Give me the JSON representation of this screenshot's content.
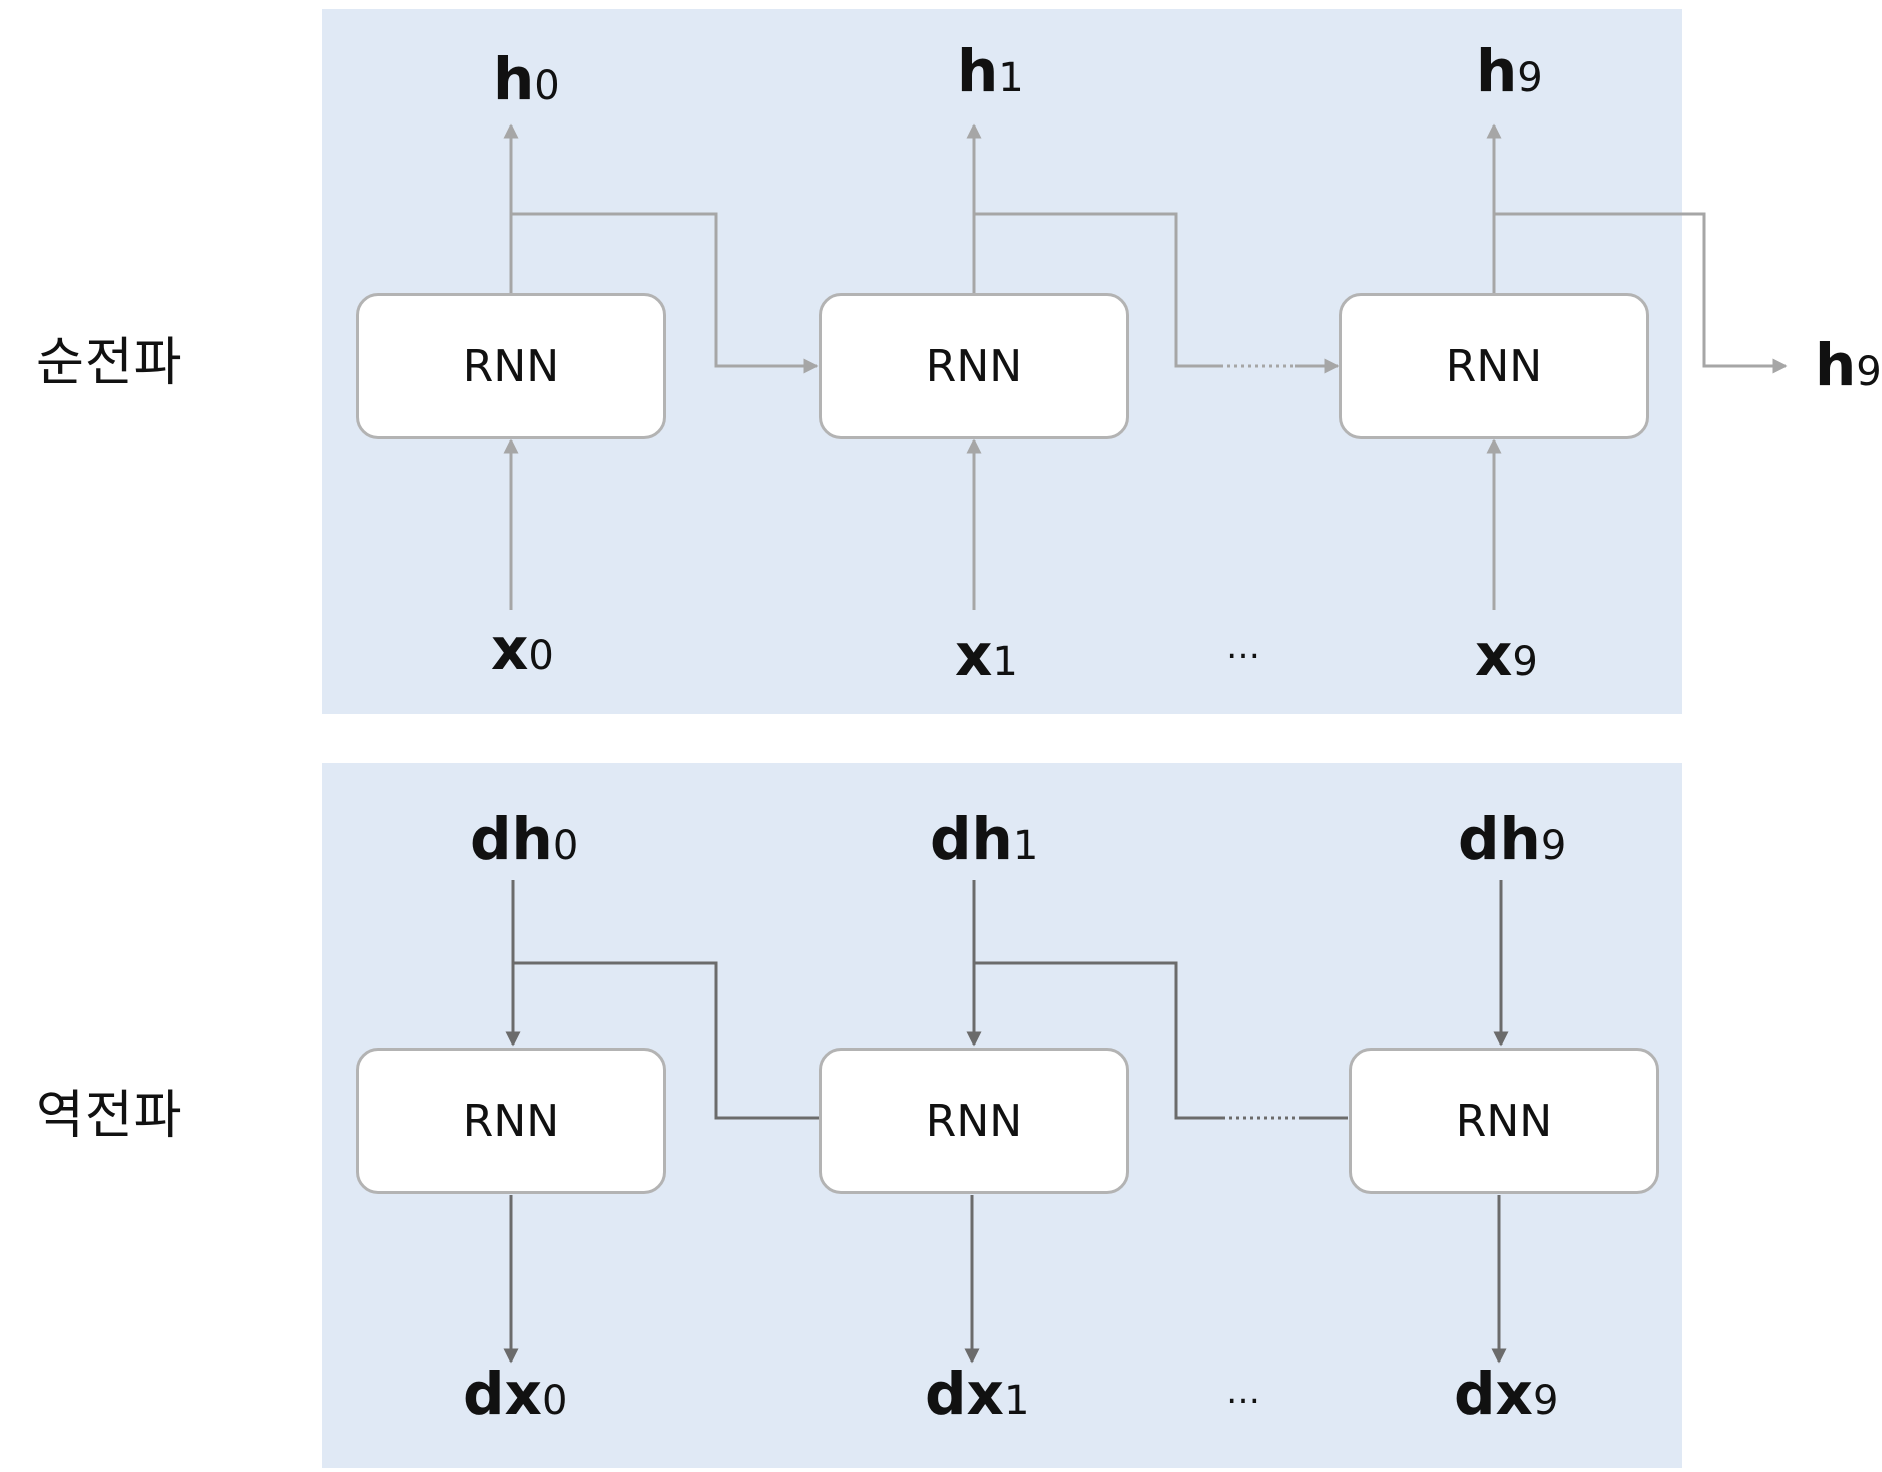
{
  "forward": {
    "label": "순전파",
    "unit_label": "RNN",
    "outputs": [
      {
        "base": "h",
        "sub": "0"
      },
      {
        "base": "h",
        "sub": "1"
      },
      {
        "base": "h",
        "sub": "9"
      }
    ],
    "inputs": [
      {
        "base": "x",
        "sub": "0"
      },
      {
        "base": "x",
        "sub": "1"
      },
      {
        "base": "x",
        "sub": "9"
      }
    ],
    "final_output": {
      "base": "h",
      "sub": "9"
    },
    "ellipsis": "…"
  },
  "backward": {
    "label": "역전파",
    "unit_label": "RNN",
    "upstream_grads": [
      {
        "base": "dh",
        "sub": "0"
      },
      {
        "base": "dh",
        "sub": "1"
      },
      {
        "base": "dh",
        "sub": "9"
      }
    ],
    "input_grads": [
      {
        "base": "dx",
        "sub": "0"
      },
      {
        "base": "dx",
        "sub": "1"
      },
      {
        "base": "dx",
        "sub": "9"
      }
    ],
    "ellipsis": "…"
  },
  "colors": {
    "panel": "#e0e9f5",
    "forward_wire": "#a6a6a6",
    "backward_wire": "#6b6b6b",
    "box_border": "#b3b3b3"
  }
}
